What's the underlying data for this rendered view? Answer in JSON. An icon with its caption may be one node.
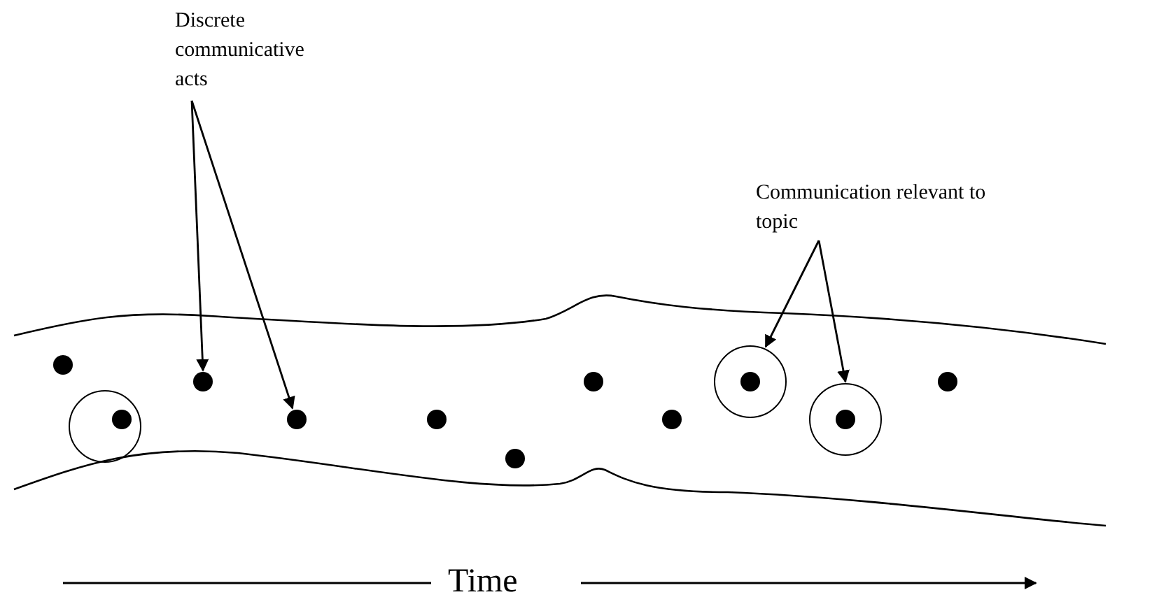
{
  "diagram": {
    "nodes": [
      {
        "text": [
          "Discrete communicative acts"
        ]
      },
      {
        "text": [
          "Communication relevant to topic"
        ]
      },
      {
        "text": [],
        "shape": "circle"
      },
      {
        "text": [],
        "shape": "circle"
      },
      {
        "text": [],
        "shape": "circle",
        "in": 3
      },
      {
        "text": [],
        "shape": "circle"
      },
      {
        "text": [],
        "shape": "circle"
      },
      {
        "text": [],
        "shape": "circle"
      },
      {
        "text": [],
        "shape": "circle"
      },
      {
        "text": [],
        "shape": "circle"
      },
      {
        "text": [],
        "shape": "circle"
      },
      {
        "text": [],
        "shape": "circle"
      },
      {
        "text": [],
        "shape": "circle",
        "in": 11
      },
      {
        "text": [],
        "shape": "circle"
      },
      {
        "text": [],
        "shape": "circle",
        "in": 13
      },
      {
        "text": [],
        "shape": "circle"
      }
    ],
    "edges": [
      {
        "from": 0,
        "to": 5,
        "arrow": "to"
      },
      {
        "from": 0,
        "to": 6,
        "arrow": "to"
      },
      {
        "from": 1,
        "to": 11,
        "arrow": "to"
      },
      {
        "from": 1,
        "to": 13,
        "arrow": "to"
      }
    ],
    "labels": [
      "Time"
    ]
  }
}
